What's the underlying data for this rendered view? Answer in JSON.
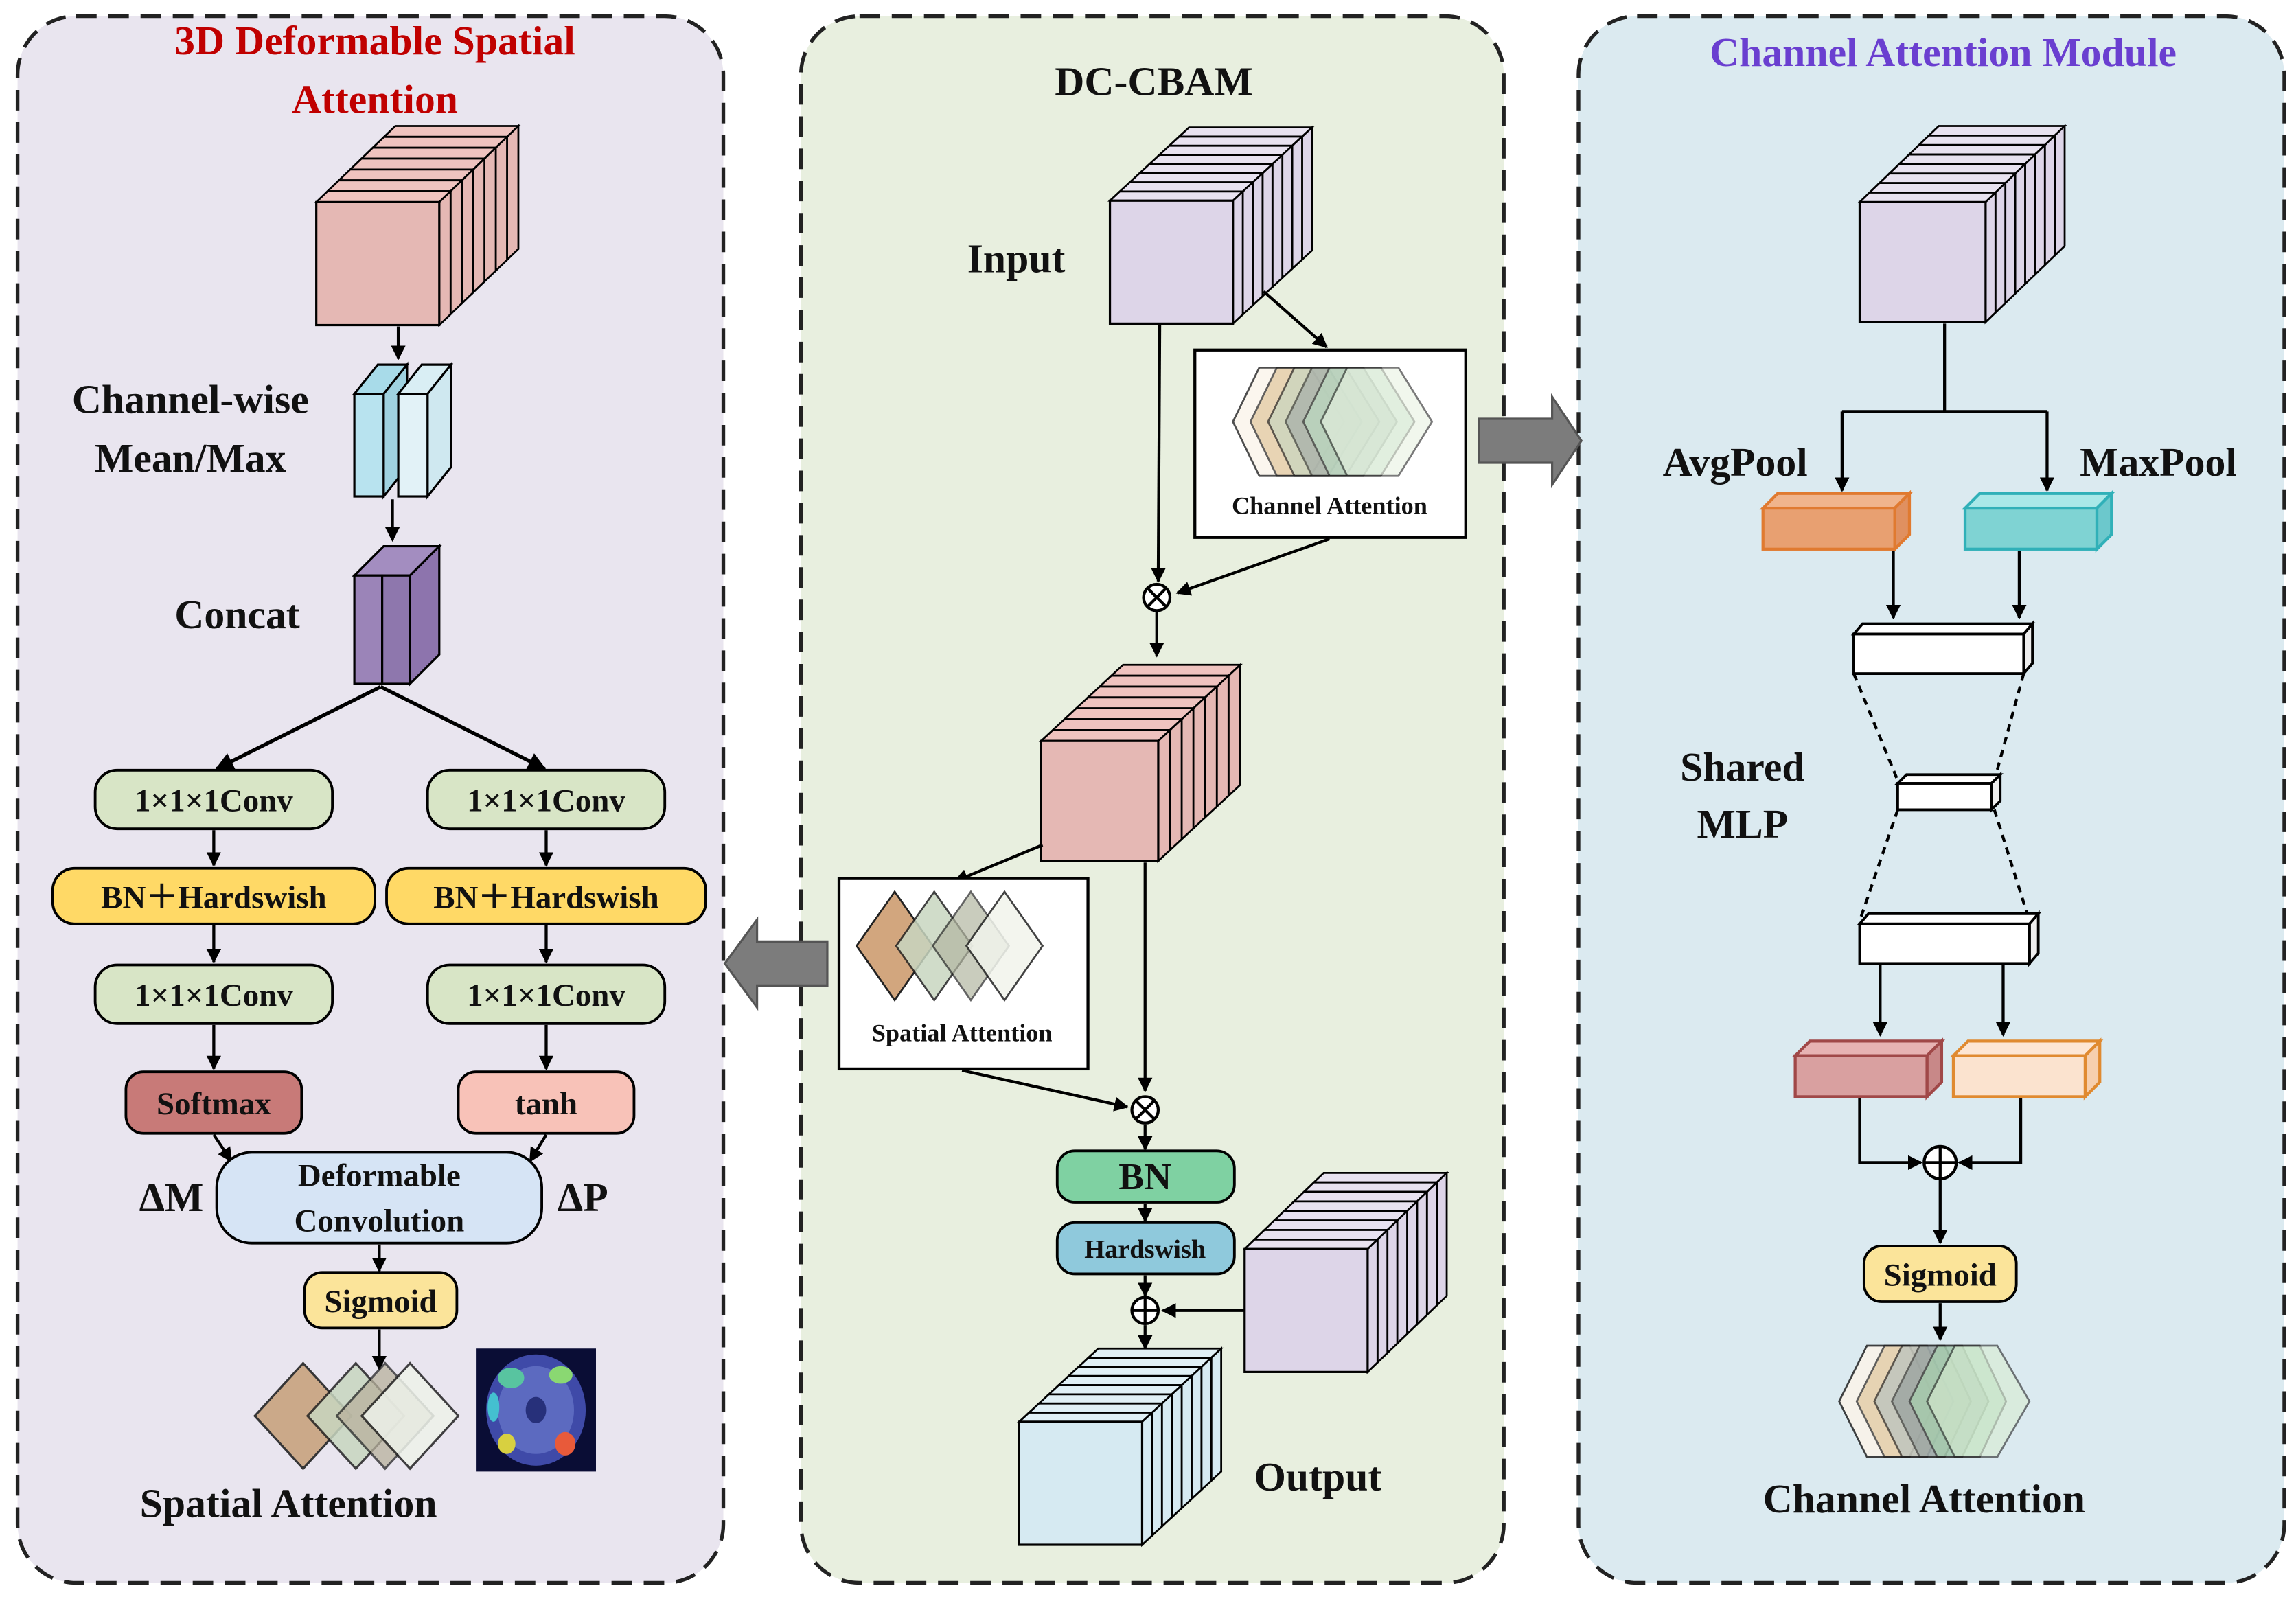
{
  "panels": {
    "left": {
      "title_lines": [
        "3D Deformable Spatial",
        "Attention"
      ],
      "title_color": "#c00000",
      "bg_color": "#e9e5ef",
      "channel_label_lines": [
        "Channel-wise",
        "Mean/Max"
      ],
      "concat_label": "Concat",
      "conv1_left": "1×1×1Conv",
      "conv1_right": "1×1×1Conv",
      "bn_left": "BN＋Hardswish",
      "bn_right": "BN＋Hardswish",
      "conv2_left": "1×1×1Conv",
      "conv2_right": "1×1×1Conv",
      "softmax": "Softmax",
      "tanh": "tanh",
      "delta_m": "ΔM",
      "delta_p": "ΔP",
      "deform_lines": [
        "Deformable",
        "Convolution"
      ],
      "sigmoid": "Sigmoid",
      "spatial_attention_label": "Spatial Attention"
    },
    "middle": {
      "title": "DC-CBAM",
      "bg_color": "#e8efdf",
      "input_label": "Input",
      "channel_attention_box": "Channel Attention",
      "spatial_attention_box": "Spatial Attention",
      "bn": "BN",
      "hardswish": "Hardswish",
      "output_label": "Output"
    },
    "right": {
      "title": "Channel Attention Module",
      "title_color": "#6a3fd0",
      "bg_color": "#dbeaf0",
      "avgpool": "AvgPool",
      "maxpool": "MaxPool",
      "shared_mlp_lines": [
        "Shared",
        "MLP"
      ],
      "sigmoid": "Sigmoid",
      "channel_attention_label": "Channel Attention"
    }
  },
  "colors": {
    "conv_fill": "#d8e5c6",
    "bn_hardswish_fill": "#ffd966",
    "softmax_fill": "#c87a78",
    "tanh_fill": "#f8c2b8",
    "deform_fill": "#d6e4f5",
    "sigmoid_fill": "#fbe49a",
    "bn_mid_fill": "#7fd1a2",
    "hardswish_mid_fill": "#8fc9dc",
    "feature_pink": "#e5b8b4",
    "feature_lavender": "#ddd5e8",
    "feature_blue": "#d6eaf2",
    "avgpool_color": "#e8a071",
    "maxpool_color": "#7fd3d3"
  }
}
